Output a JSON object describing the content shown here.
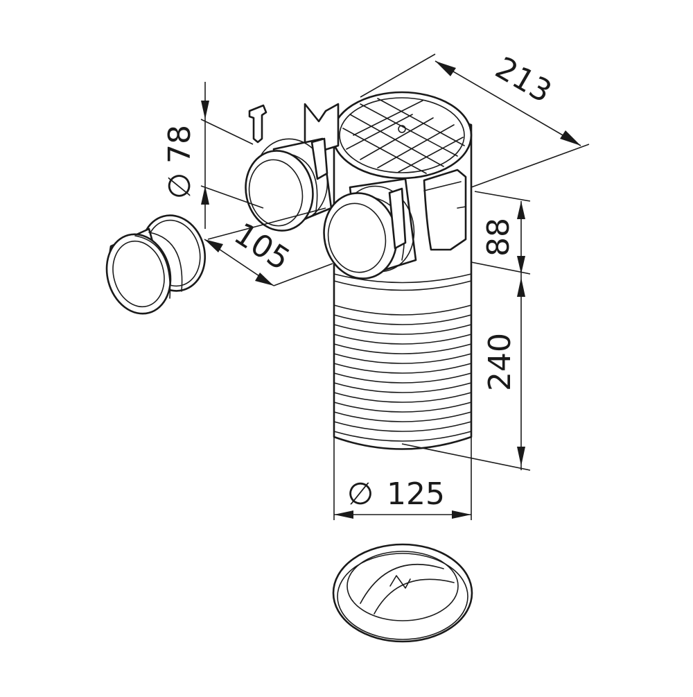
{
  "dimensions": {
    "d78": "78",
    "d105": "105",
    "d213": "213",
    "d88": "88",
    "d240": "240",
    "d125": "125"
  },
  "symbols": {
    "diameter": "∅"
  },
  "colors": {
    "line": "#1a1a1a",
    "background": "#ffffff"
  }
}
